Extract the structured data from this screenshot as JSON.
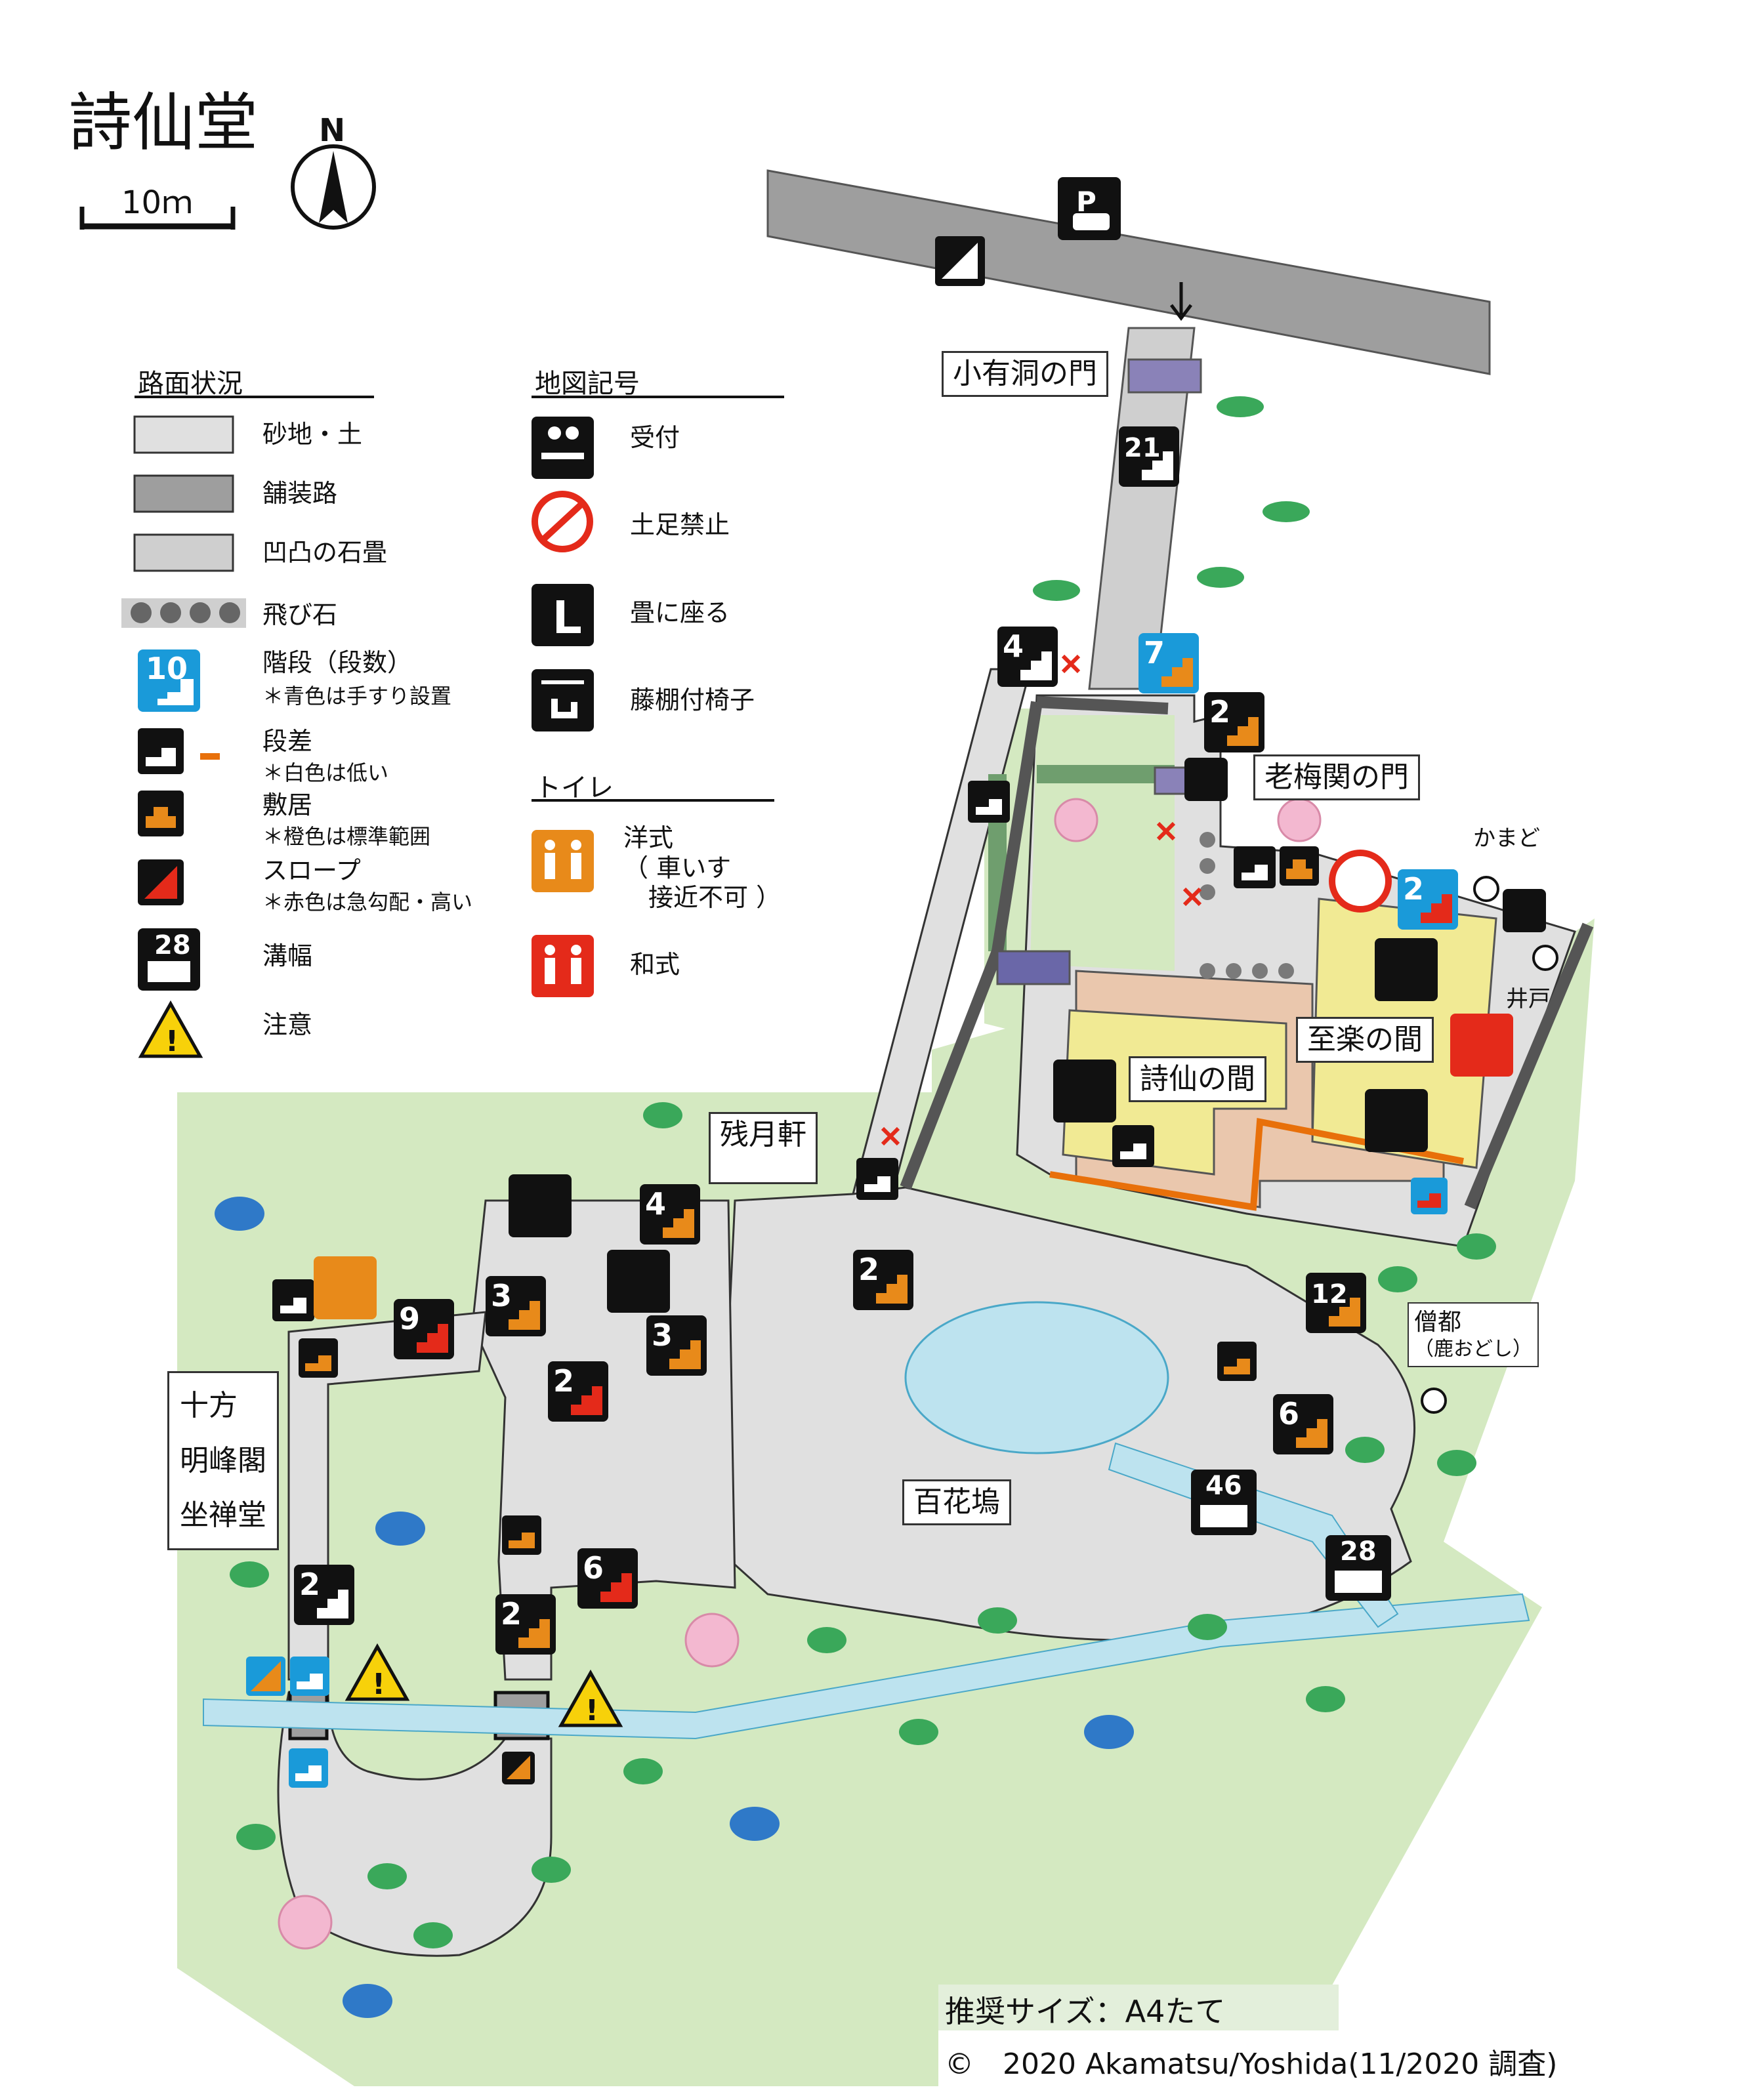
{
  "title": "詩仙堂",
  "north": "N",
  "scale_label": "10ｍ",
  "legend": {
    "surface_heading": "路面状況",
    "surface": [
      {
        "label": "砂地・土"
      },
      {
        "label": "舗装路"
      },
      {
        "label": "凹凸の石畳"
      },
      {
        "label": "飛び石"
      }
    ],
    "stairs": {
      "label": "階段（段数）",
      "note": "＊青色は手すり設置",
      "sample_num": "10"
    },
    "step": {
      "label": "段差",
      "note": "＊白色は低い"
    },
    "threshold": {
      "label": "敷居",
      "note": "＊橙色は標準範囲"
    },
    "slope": {
      "label": "スロープ",
      "note": "＊赤色は急勾配・高い"
    },
    "ditch": {
      "label": "溝幅",
      "sample_num": "28"
    },
    "caution": {
      "label": "注意"
    },
    "symbols_heading": "地図記号",
    "symbols": [
      {
        "label": "受付",
        "icon": "reception-icon"
      },
      {
        "label": "土足禁止",
        "icon": "no-shoes-icon"
      },
      {
        "label": "畳に座る",
        "icon": "tatami-sit-icon"
      },
      {
        "label": "藤棚付椅子",
        "icon": "wisteria-bench-icon"
      }
    ],
    "toilet_heading": "トイレ",
    "toilets": [
      {
        "label": "洋式\n（ 車いす\n　接近不可 ）",
        "icon": "western-toilet-icon"
      },
      {
        "label": "和式",
        "icon": "japanese-toilet-icon"
      }
    ]
  },
  "places": {
    "gate1": "小有洞の門",
    "gate2": "老梅関の門",
    "room1": "詩仙の間",
    "room2": "至楽の間",
    "zangetsu": "残月軒",
    "jippo": [
      "十方",
      "明峰閣",
      "坐禅堂"
    ],
    "hyakka": "百花塢",
    "sozu": [
      "僧都",
      "（鹿おどし）"
    ],
    "kamado": "かまど",
    "well": "井戸"
  },
  "stair_counts": [
    "21",
    "4",
    "7",
    "2",
    "2",
    "4",
    "3",
    "3",
    "2",
    "9",
    "2",
    "6",
    "2",
    "12",
    "6",
    "2"
  ],
  "ditch_widths": [
    "46",
    "28"
  ],
  "footer": {
    "size": "推奨サイズ：A4たて",
    "copyright": "©　2020 Akamatsu/Yoshida(11/2020 調査)"
  },
  "colors": {
    "sand": "#e0e0e0",
    "paved": "#9e9e9e",
    "grass": "#d4e9c1",
    "garden": "#c6e4b3",
    "water": "#bde3ef",
    "tatami": "#f1ea94",
    "engawa": "#eac7ad",
    "handrail_blue": "#1a9ad9",
    "orange": "#e88a1a",
    "red": "#e42a1a"
  }
}
